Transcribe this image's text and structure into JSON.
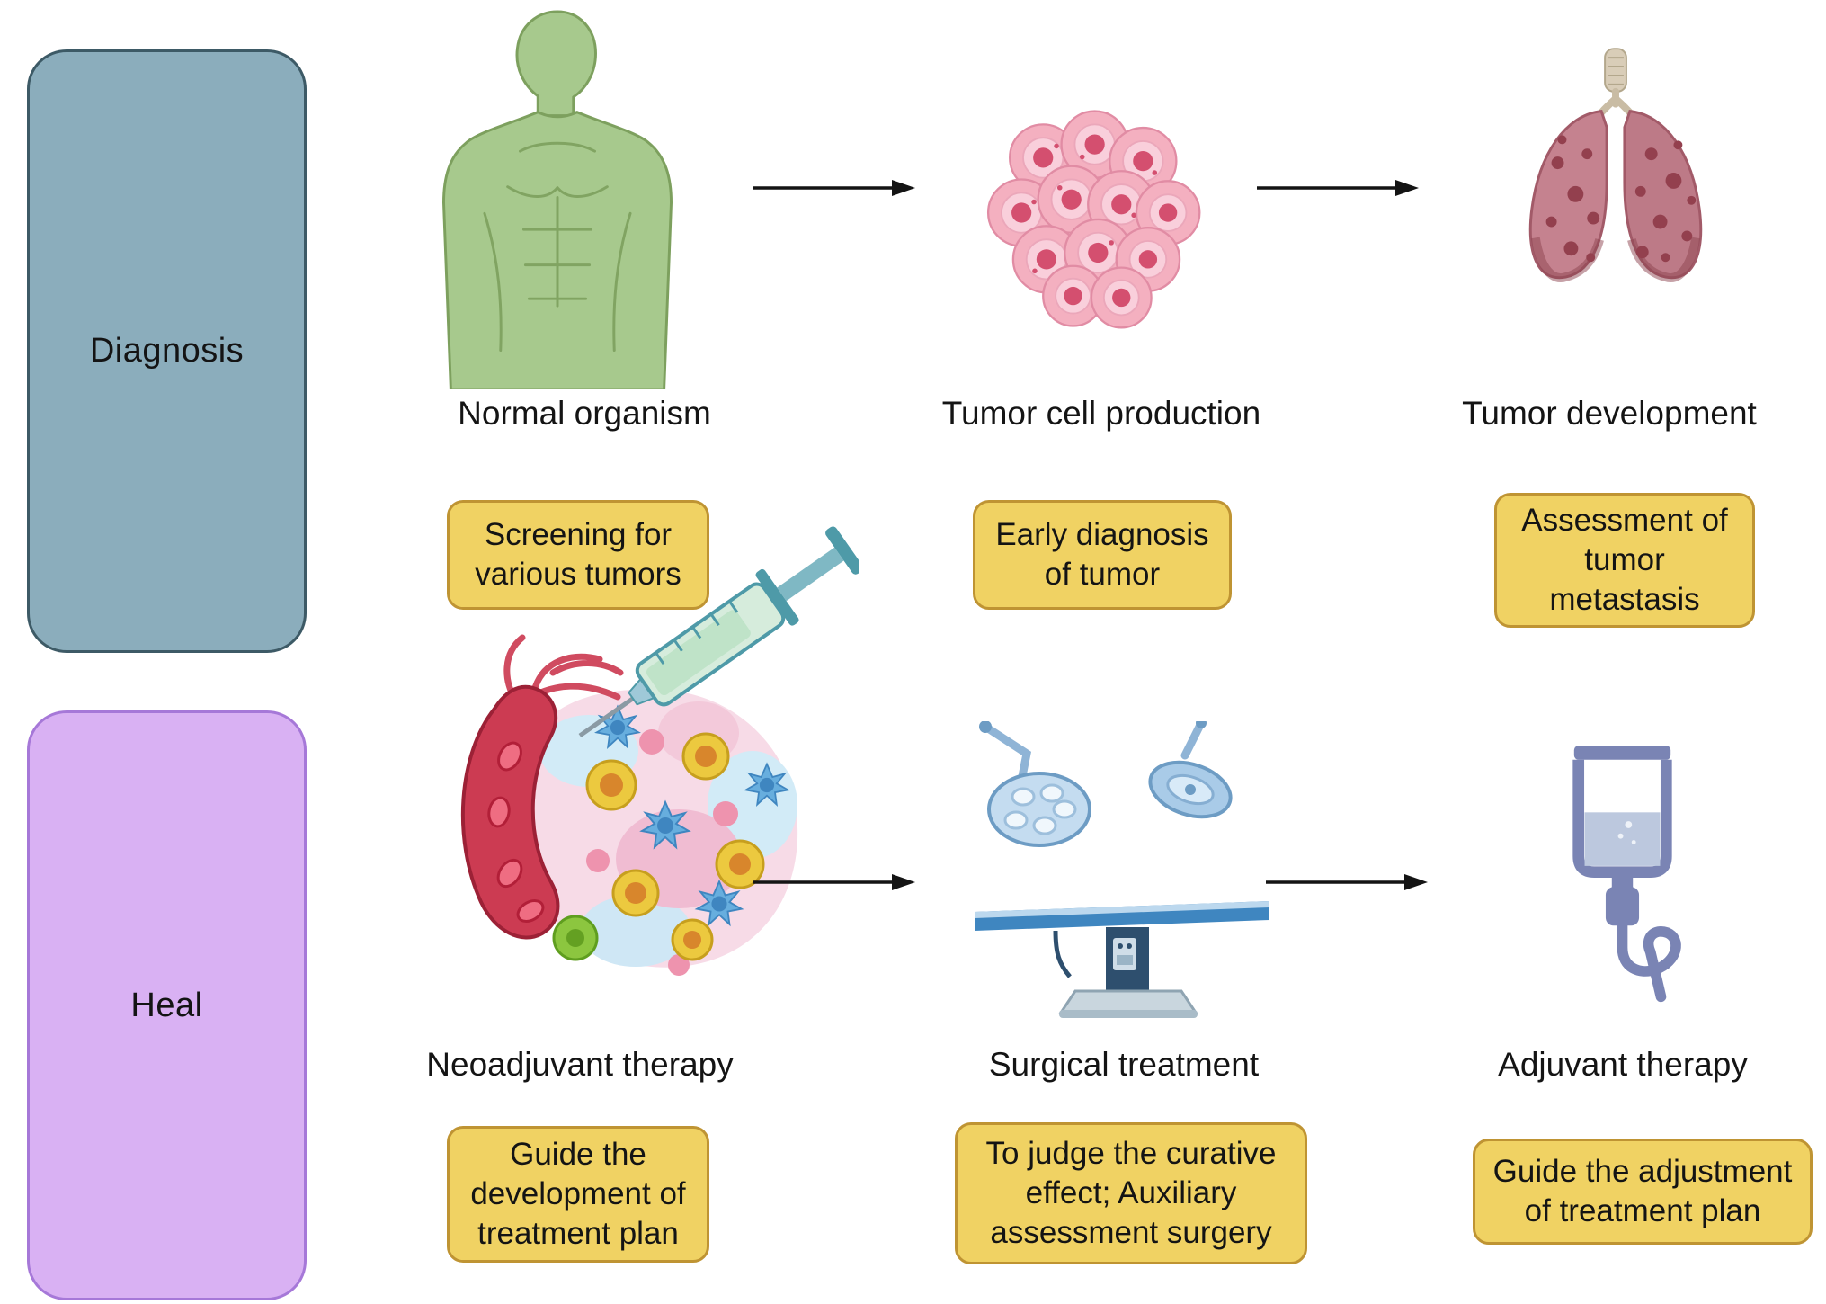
{
  "figure_type": "cancer-diagnosis-and-treatment-flow-diagram",
  "colors": {
    "background": "#ffffff",
    "diagnosis_box_fill": "#8badbc",
    "diagnosis_box_border": "#3d5a66",
    "heal_box_fill": "#d9b1f3",
    "heal_box_border": "#a678d8",
    "callout_fill": "#f0d263",
    "callout_border": "#bf9433",
    "arrow": "#141414"
  },
  "rows": [
    {
      "category": "Diagnosis",
      "steps": [
        {
          "icon": "human-body-icon",
          "label": "Normal organism",
          "callout": "Screening for various tumors"
        },
        {
          "icon": "tumor-cells-icon",
          "label": "Tumor cell production",
          "callout": "Early diagnosis of tumor"
        },
        {
          "icon": "lungs-metastasis-icon",
          "label": "Tumor development",
          "callout": "Assessment of tumor metastasis"
        }
      ]
    },
    {
      "category": "Heal",
      "steps": [
        {
          "icon": "tumor-syringe-icon",
          "label": "Neoadjuvant therapy",
          "callout": "Guide the development of treatment plan"
        },
        {
          "icon": "operating-table-icon",
          "label": "Surgical treatment",
          "callout": "To judge the curative effect; Auxiliary assessment surgery"
        },
        {
          "icon": "iv-drip-icon",
          "label": "Adjuvant therapy",
          "callout": "Guide the adjustment of treatment plan"
        }
      ]
    }
  ]
}
